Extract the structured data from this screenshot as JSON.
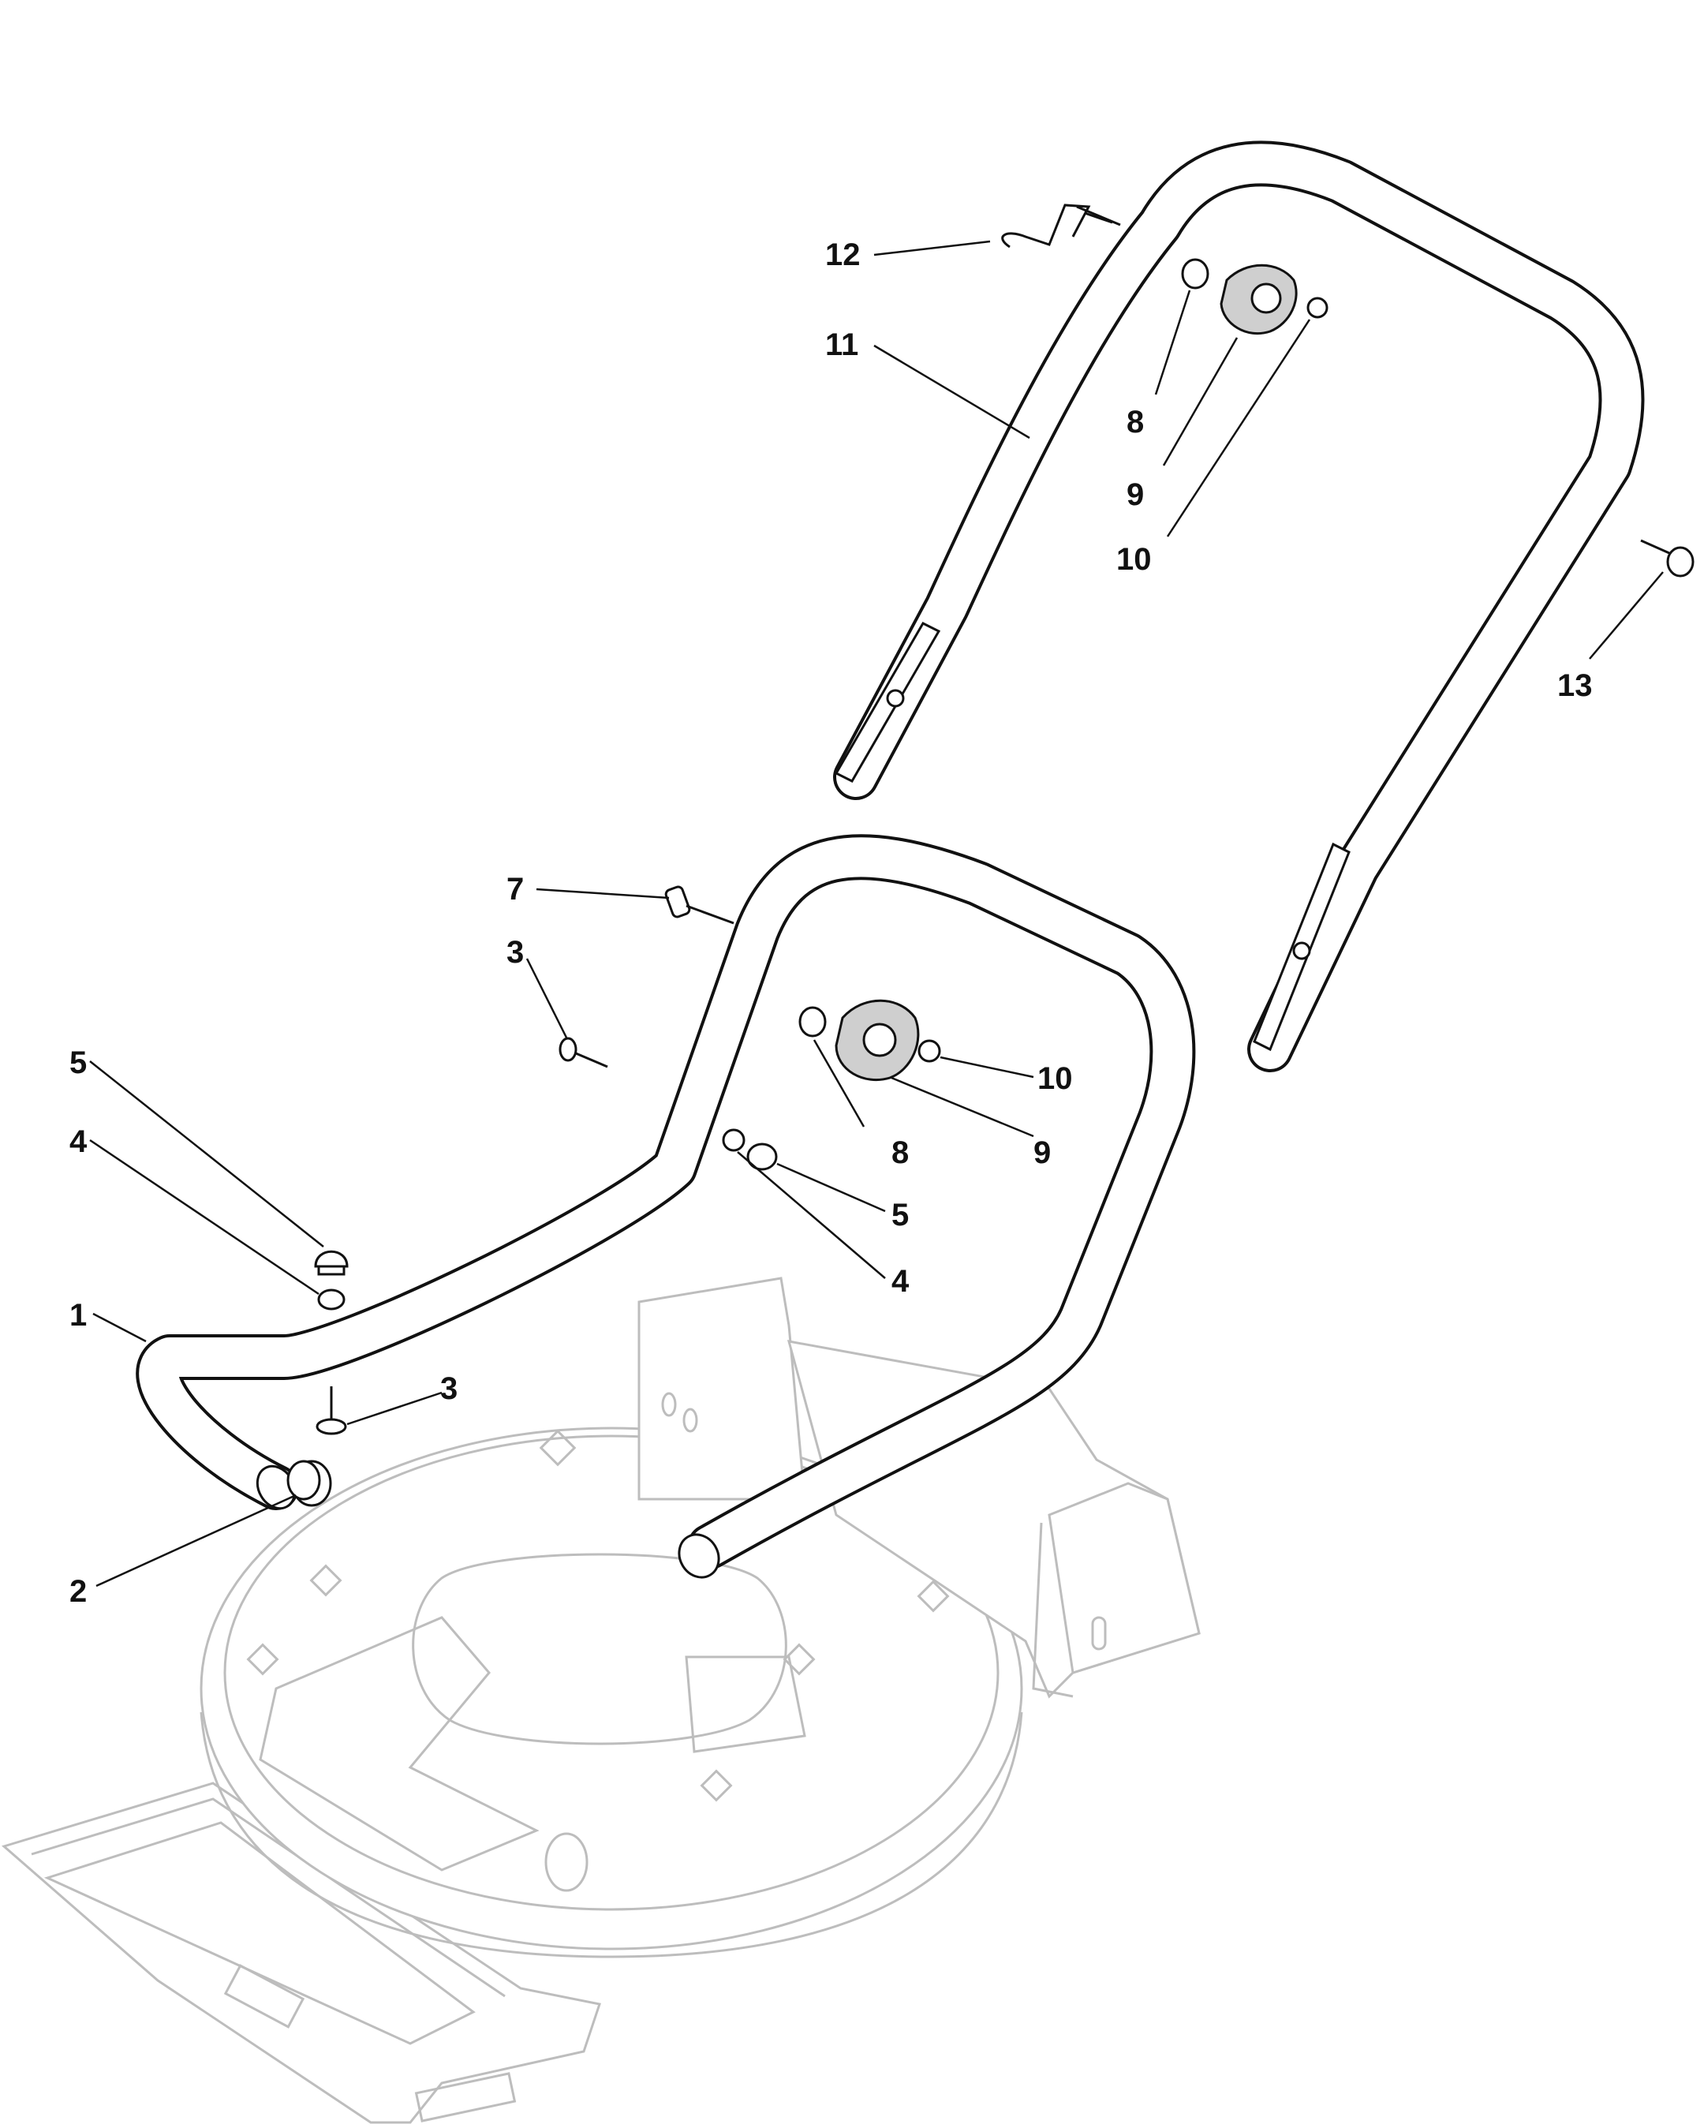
{
  "diagram": {
    "callouts": {
      "c1": "1",
      "c2": "2",
      "c3a": "3",
      "c3b": "3",
      "c4a": "4",
      "c4b": "4",
      "c5a": "5",
      "c5b": "5",
      "c7": "7",
      "c8a": "8",
      "c8b": "8",
      "c9a": "9",
      "c9b": "9",
      "c10a": "10",
      "c10b": "10",
      "c11": "11",
      "c12": "12",
      "c13": "13"
    }
  }
}
